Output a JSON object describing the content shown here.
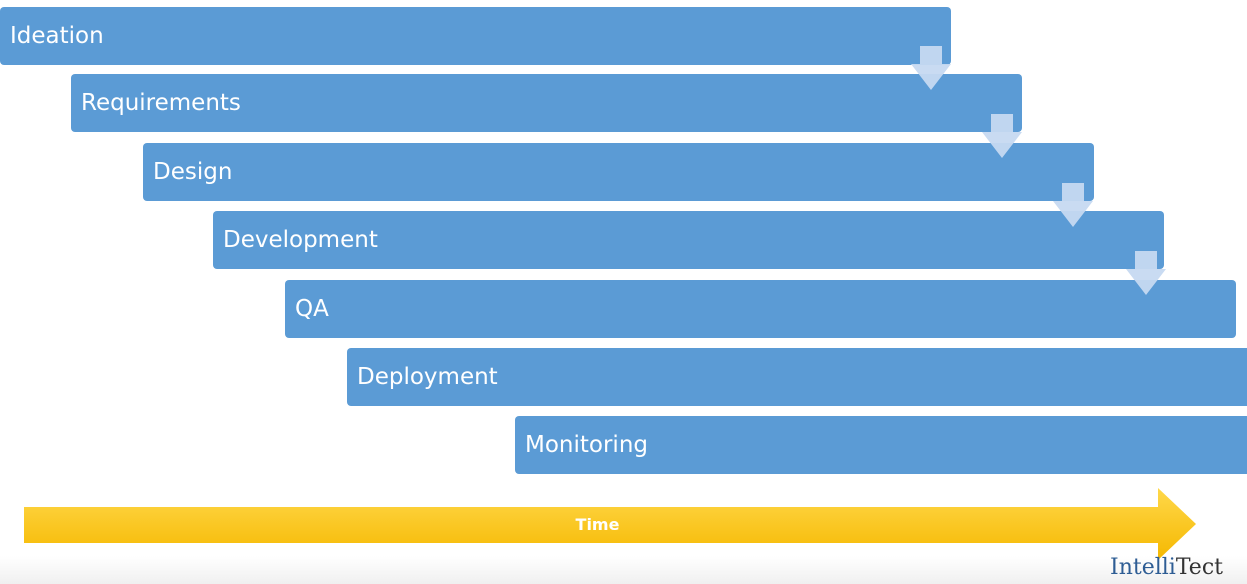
{
  "phases": [
    {
      "label": "Ideation"
    },
    {
      "label": "Requirements"
    },
    {
      "label": "Design"
    },
    {
      "label": "Development"
    },
    {
      "label": "QA"
    },
    {
      "label": "Deployment"
    },
    {
      "label": "Monitoring"
    }
  ],
  "timeline": {
    "label": "Time"
  },
  "logo": {
    "part1": "Intelli",
    "part2": "Tect"
  },
  "colors": {
    "phase_bar": "#5b9bd5",
    "connector_arrow": "#c6d9f1",
    "time_arrow": "#ffc000",
    "logo_primary": "#2e5d94"
  }
}
